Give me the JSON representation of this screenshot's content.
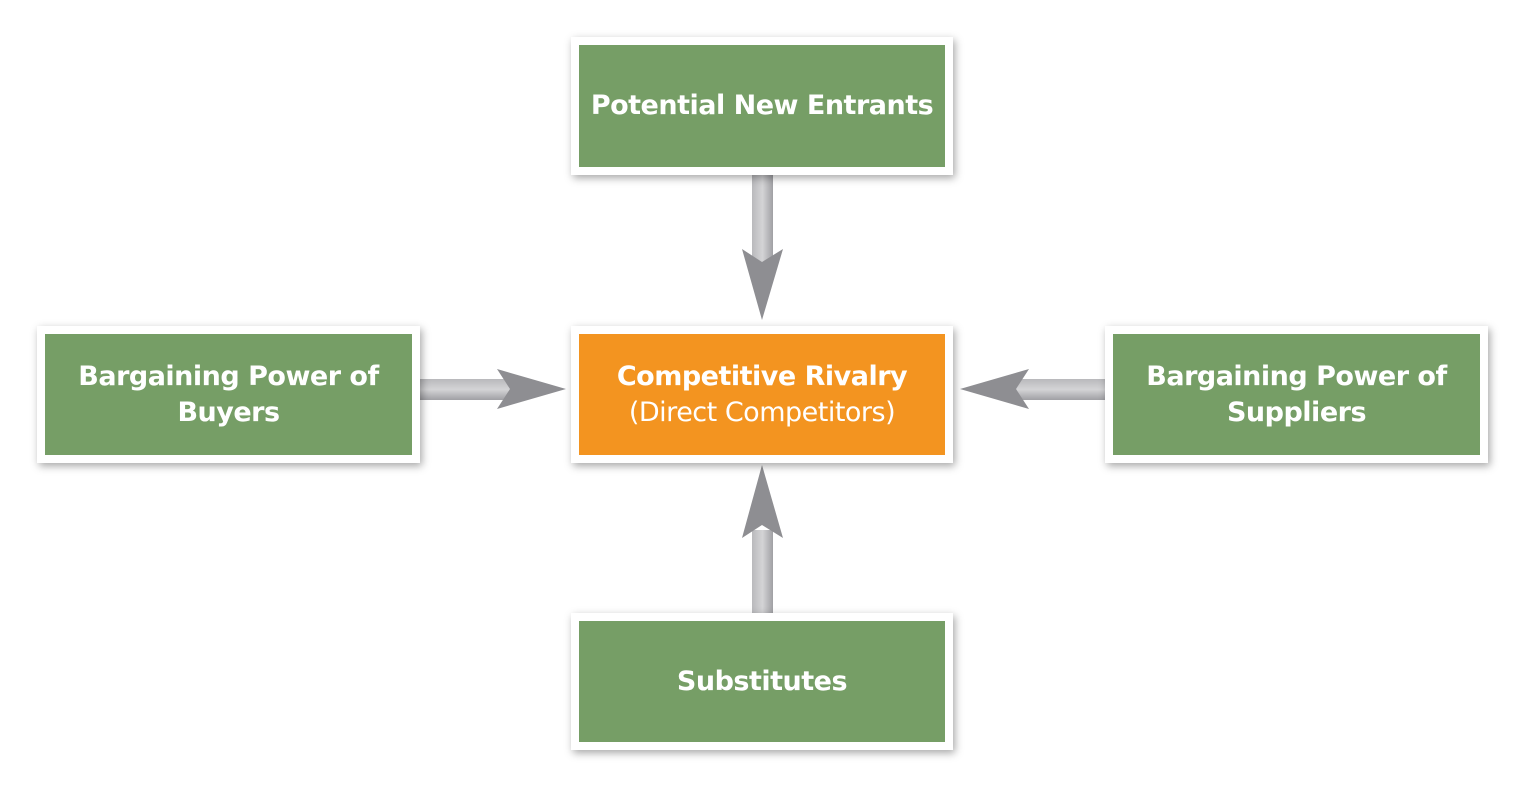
{
  "diagram": {
    "top": {
      "label": "Potential New Entrants"
    },
    "left": {
      "line1": "Bargaining Power of",
      "line2": "Buyers"
    },
    "center": {
      "title": "Competitive Rivalry",
      "subtitle": "(Direct Competitors)"
    },
    "right": {
      "line1": "Bargaining Power of",
      "line2": "Suppliers"
    },
    "bottom": {
      "label": "Substitutes"
    }
  },
  "colors": {
    "box_green": "#769e66",
    "center_orange": "#f39420",
    "arrow_gray": "#a3a3a6"
  }
}
